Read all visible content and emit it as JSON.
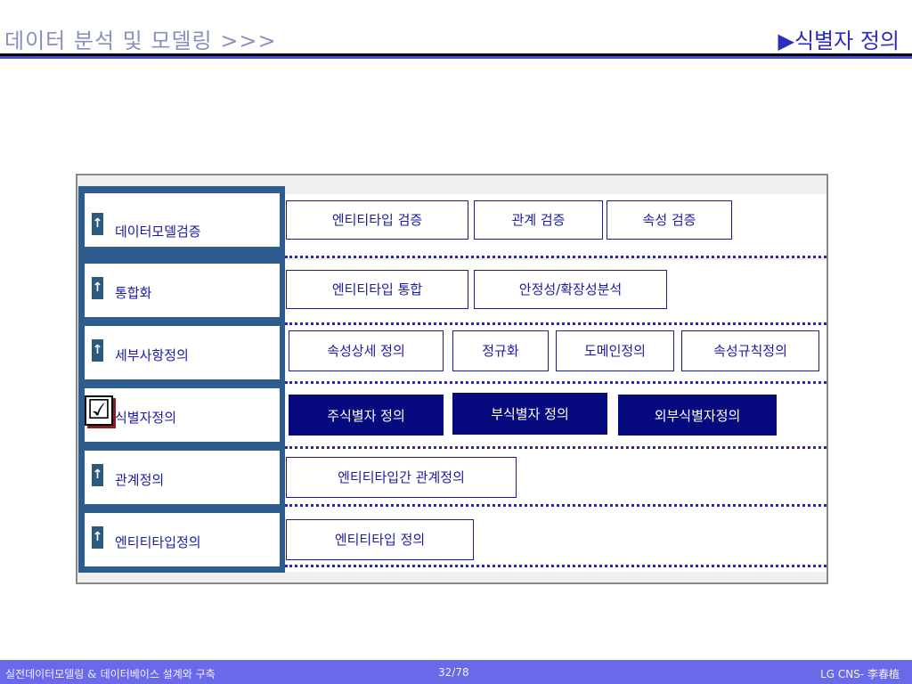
{
  "header": {
    "title": "데이터 분석 및 모델링 >>>",
    "section": "▶식별자 정의"
  },
  "steps": [
    {
      "label": "데이터모델검증",
      "icon": "figure-icon",
      "checked": false
    },
    {
      "label": "통합화",
      "icon": "figure-icon",
      "checked": false
    },
    {
      "label": "세부사항정의",
      "icon": "figure-icon",
      "checked": false
    },
    {
      "label": "식별자정의",
      "icon": "checkmark-icon",
      "checked": true
    },
    {
      "label": "관계정의",
      "icon": "figure-icon",
      "checked": false
    },
    {
      "label": "엔티티타입정의",
      "icon": "figure-icon",
      "checked": false
    }
  ],
  "tasks": {
    "row1": [
      "엔티티타입 검증",
      "관계 검증",
      "속성 검증"
    ],
    "row2": [
      "엔티티타입 통합",
      "안정성/확장성분석"
    ],
    "row3": [
      "속성상세 정의",
      "정규화",
      "도메인정의",
      "속성규칙정의"
    ],
    "row4": [
      "주식별자 정의",
      "부식별자 정의",
      "외부식별자정의"
    ],
    "row5": [
      "엔티티타입간 관계정의"
    ],
    "row6": [
      "엔티티타입 정의"
    ]
  },
  "icons": {
    "step": "↑",
    "check": "☑"
  },
  "colors": {
    "active_button": "#070a7f",
    "accent": "#2b2dbd",
    "footer": "#6a69ea"
  },
  "footer": {
    "course": "실전데이터모델링 & 데이터베이스 설계와 구축",
    "page": "32/78",
    "author": "LG CNS- 李春植"
  }
}
